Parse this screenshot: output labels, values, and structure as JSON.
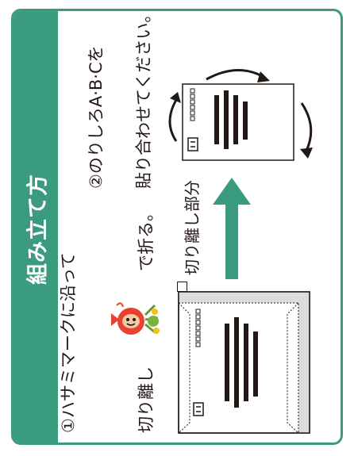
{
  "header": {
    "title": "組み立て方"
  },
  "step1": {
    "line1": "①ハサミマークに沿って",
    "line2_part1": "切り離し",
    "line2_part2": "で折る。"
  },
  "step2": {
    "line1": "②のりしろA·B·Cを",
    "line2": "貼り合わせてください。"
  },
  "legend": {
    "label": "切り離し部分"
  },
  "colors": {
    "accent": "#3b9b7f",
    "arrow": "#3b9b7f",
    "ink": "#231815"
  }
}
